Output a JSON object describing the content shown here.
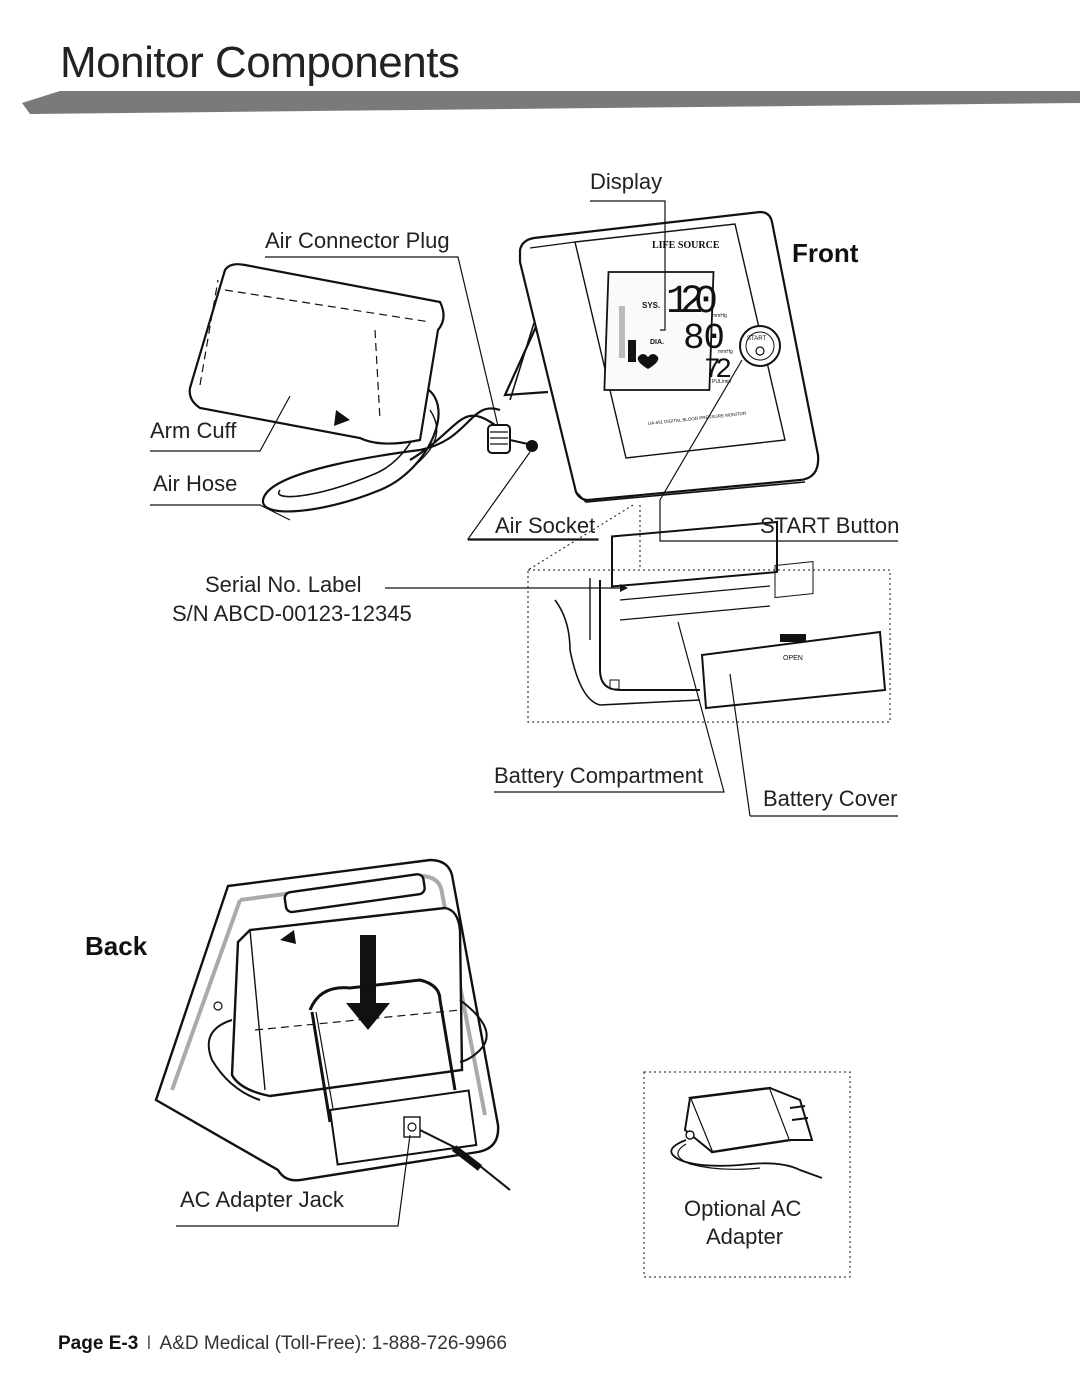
{
  "page": {
    "title": "Monitor Components"
  },
  "labels": {
    "display": "Display",
    "air_connector_plug": "Air Connector Plug",
    "front": "Front",
    "arm_cuff": "Arm Cuff",
    "air_hose": "Air Hose",
    "air_socket": "Air Socket",
    "start_button": "START Button",
    "serial_label": "Serial No. Label",
    "serial_number": "S/N ABCD-00123-12345",
    "battery_compartment": "Battery Compartment",
    "battery_cover": "Battery Cover",
    "back": "Back",
    "ac_adapter_jack": "AC Adapter Jack",
    "optional_ac_line1": "Optional AC",
    "optional_ac_line2": "Adapter"
  },
  "device": {
    "brand": "LIFE SOURCE",
    "model_text": "UA-651 DIGITAL BLOOD PRESSURE MONITOR",
    "sys_label": "SYS.",
    "dia_label": "DIA.",
    "sys_value": "120",
    "dia_value": "80",
    "pulse_value": "72",
    "unit_mmhg": "mmHg",
    "unit_pulse": "PUL/min",
    "start_text": "START",
    "open_text": "OPEN"
  },
  "footer": {
    "page": "Page E-3",
    "separator": "I",
    "company": "A&D Medical (Toll-Free): 1-888-726-9966"
  }
}
